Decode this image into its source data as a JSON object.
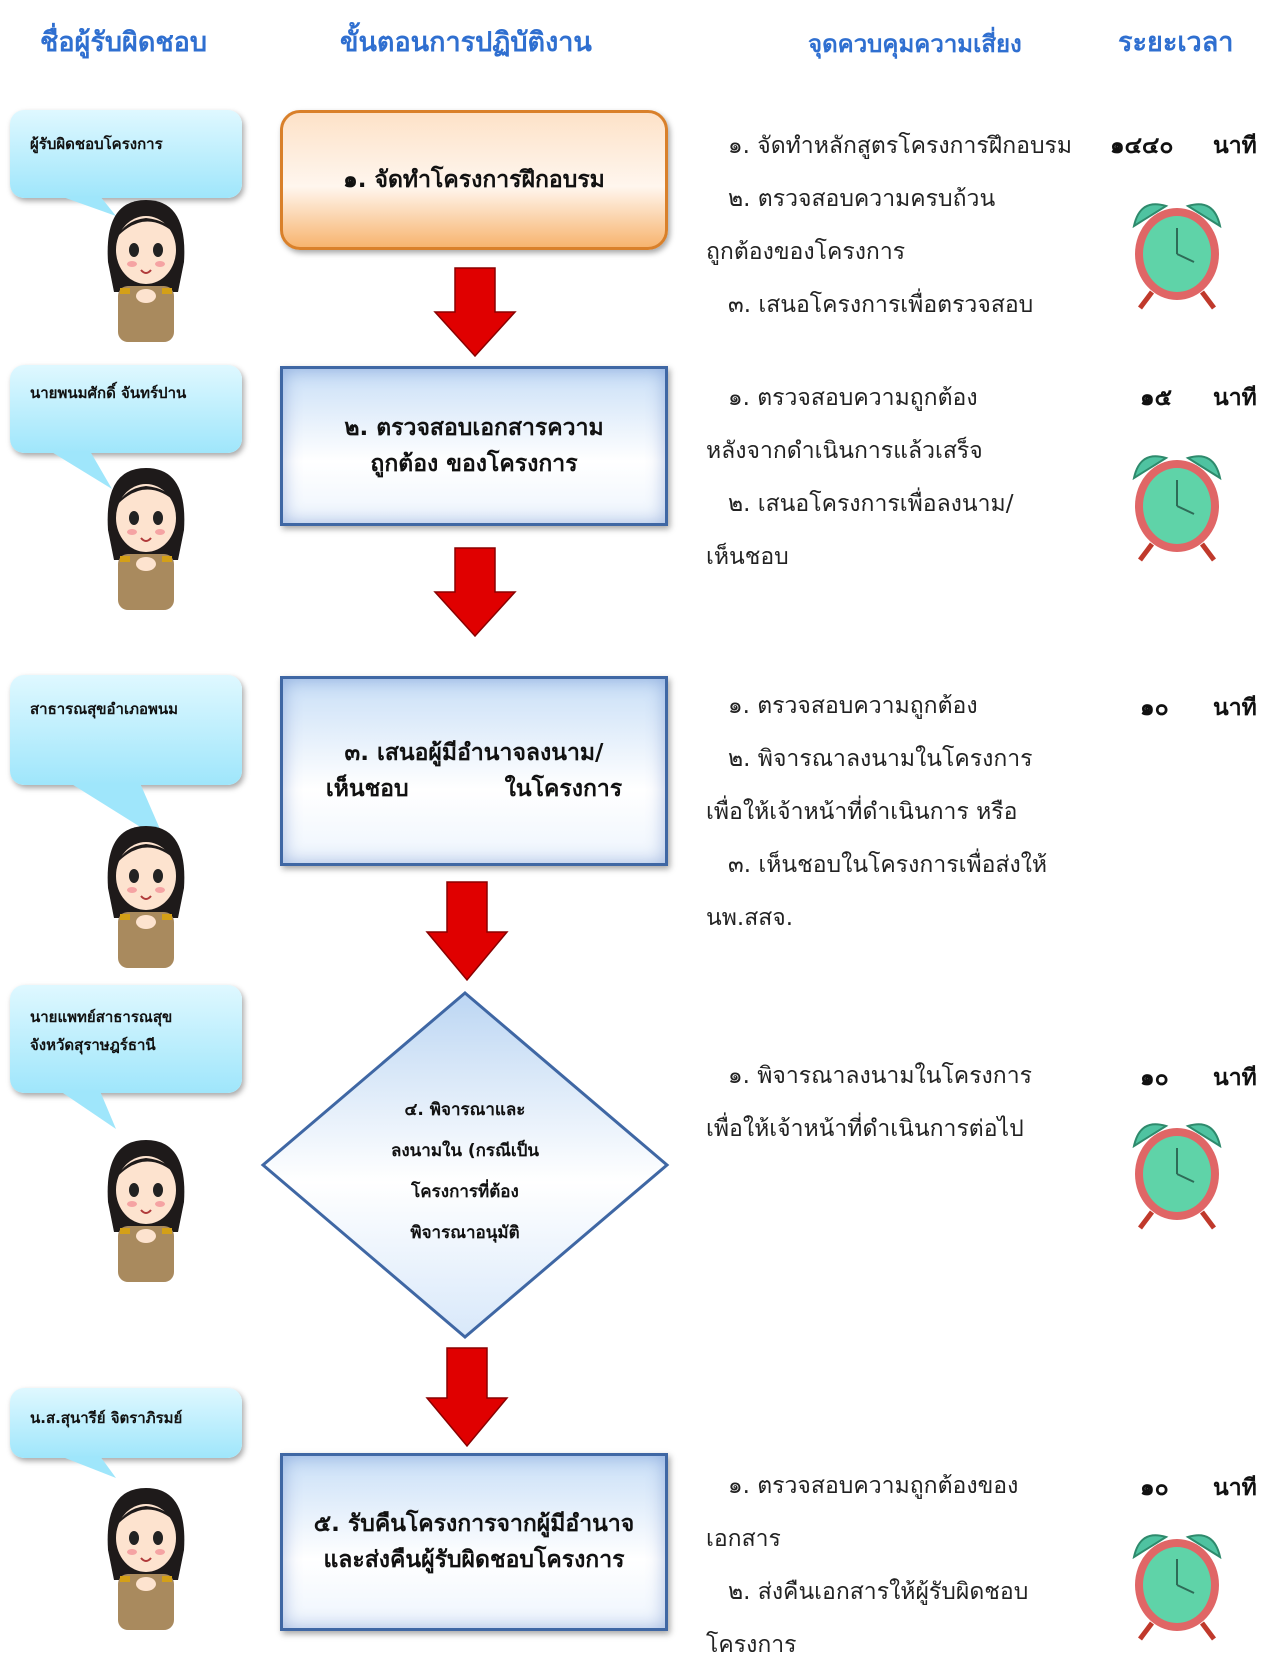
{
  "headers": {
    "responsible": "ชื่อผู้รับผิดชอบ",
    "procedure": "ขั้นตอนการปฏิบัติงาน",
    "control_point": "จุดควบคุมความเสี่ยง",
    "duration": "ระยะเวลา"
  },
  "rows": [
    {
      "person": [
        "ผู้รับผิดชอบโครงการ"
      ],
      "step": [
        "๑. จัดทำโครงการฝึกอบรม"
      ],
      "controls": [
        {
          "text": "๑. จัดทำหลักสูตรโครงการฝึกอบรม",
          "indent": true
        },
        {
          "text": "๒. ตรวจสอบความครบถ้วน",
          "indent": true
        },
        {
          "text": "ถูกต้องของโครงการ",
          "indent": false
        },
        {
          "text": "๓. เสนอโครงการเพื่อตรวจสอบ",
          "indent": true
        }
      ],
      "time_value": "๑๔๔๐",
      "time_unit": "นาที"
    },
    {
      "person": [
        "นายพนมศักดิ์  จันทร์ปาน"
      ],
      "step": [
        "๒. ตรวจสอบเอกสารความ",
        "ถูกต้อง ของโครงการ"
      ],
      "controls": [
        {
          "text": "๑. ตรวจสอบความถูกต้อง",
          "indent": true
        },
        {
          "text": "หลังจากดำเนินการแล้วเสร็จ",
          "indent": false
        },
        {
          "text": "๒. เสนอโครงการเพื่อลงนาม/",
          "indent": true
        },
        {
          "text": "เห็นชอบ",
          "indent": false
        }
      ],
      "time_value": "๑๕",
      "time_unit": "นาที"
    },
    {
      "person": [
        "สาธารณสุขอำเภอพนม"
      ],
      "step": [
        "๓. เสนอผู้มีอำนาจลงนาม/",
        "เห็นชอบ            ในโครงการ"
      ],
      "controls": [
        {
          "text": "๑. ตรวจสอบความถูกต้อง",
          "indent": true
        },
        {
          "text": "๒. พิจารณาลงนามในโครงการ",
          "indent": true
        },
        {
          "text": "เพื่อให้เจ้าหน้าที่ดำเนินการ หรือ",
          "indent": false
        },
        {
          "text": "๓. เห็นชอบในโครงการเพื่อส่งให้",
          "indent": true
        },
        {
          "text": "นพ.สสจ.",
          "indent": false
        }
      ],
      "time_value": "๑๐",
      "time_unit": "นาที"
    },
    {
      "person": [
        "นายแพทย์สาธารณสุข",
        "จังหวัดสุราษฎร์ธานี"
      ],
      "step": [
        "๔. พิจารณาและ",
        "ลงนามใน (กรณีเป็น",
        "โครงการที่ต้อง",
        "พิจารณาอนุมัติ"
      ],
      "controls": [
        {
          "text": "๑. พิจารณาลงนามในโครงการ",
          "indent": true
        },
        {
          "text": "เพื่อให้เจ้าหน้าที่ดำเนินการต่อไป",
          "indent": false
        }
      ],
      "time_value": "๑๐",
      "time_unit": "นาที"
    },
    {
      "person": [
        "น.ส.สุนารีย์ จิตราภิรมย์"
      ],
      "step": [
        "๕. รับคืนโครงการจากผู้มีอำนาจ",
        "และส่งคืนผู้รับผิดชอบโครงการ"
      ],
      "controls": [
        {
          "text": "๑. ตรวจสอบความถูกต้องของ",
          "indent": true
        },
        {
          "text": "เอกสาร",
          "indent": false
        },
        {
          "text": "๒. ส่งคืนเอกสารให้ผู้รับผิดชอบ",
          "indent": true
        },
        {
          "text": "โครงการ",
          "indent": false
        }
      ],
      "time_value": "๑๐",
      "time_unit": "นาที"
    }
  ],
  "colors": {
    "header_blue": "#2f6fd0",
    "arrow_red": "#e00000",
    "bubble_cyan": "#9fe6fb",
    "step_border_blue": "#3f67a4",
    "step1_orange": "#f7b46f",
    "clock_red": "#d9534f",
    "clock_face": "#5fd3a8"
  },
  "icons": [
    "girl-officer-avatar",
    "alarm-clock-icon",
    "down-arrow"
  ]
}
